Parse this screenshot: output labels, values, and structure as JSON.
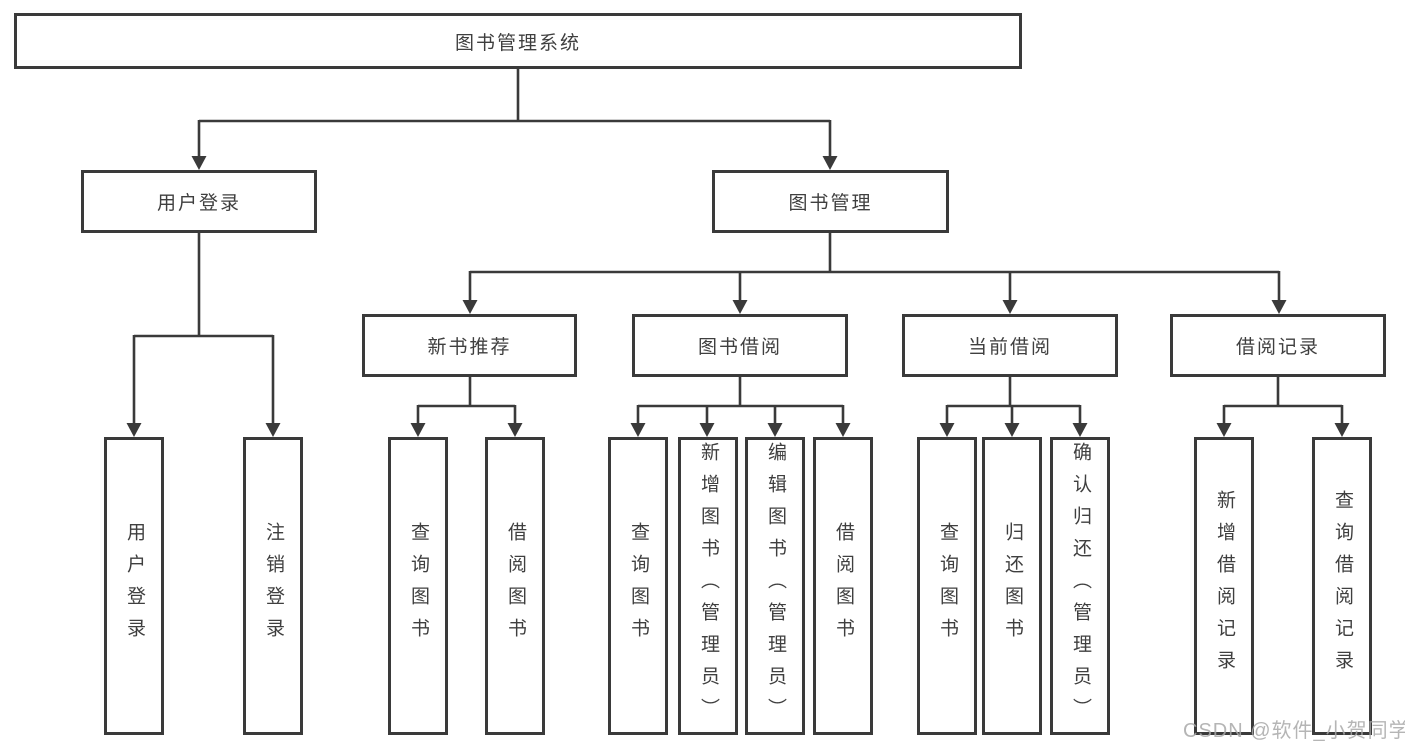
{
  "diagram_type": "hierarchy-tree",
  "nodes": {
    "root": "图书管理系统",
    "user_login": "用户登录",
    "book_mgmt": "图书管理",
    "login_user": "用户登录",
    "login_logout": "注销登录",
    "new_books": "新书推荐",
    "book_borrow": "图书借阅",
    "current_borrow": "当前借阅",
    "borrow_records": "借阅记录",
    "nb_query": "查询图书",
    "nb_borrow": "借阅图书",
    "bb_query": "查询图书",
    "bb_add": "新增图书（管理员）",
    "bb_edit": "编辑图书（管理员）",
    "bb_borrow": "借阅图书",
    "cb_query": "查询图书",
    "cb_return": "归还图书",
    "cb_confirm": "确认归还（管理员）",
    "br_add": "新增借阅记录",
    "br_query": "查询借阅记录"
  },
  "hierarchy": {
    "图书管理系统": [
      "用户登录",
      "图书管理"
    ],
    "用户登录": [
      "用户登录",
      "注销登录"
    ],
    "图书管理": [
      "新书推荐",
      "图书借阅",
      "当前借阅",
      "借阅记录"
    ],
    "新书推荐": [
      "查询图书",
      "借阅图书"
    ],
    "图书借阅": [
      "查询图书",
      "新增图书（管理员）",
      "编辑图书（管理员）",
      "借阅图书"
    ],
    "当前借阅": [
      "查询图书",
      "归还图书",
      "确认归还（管理员）"
    ],
    "借阅记录": [
      "新增借阅记录",
      "查询借阅记录"
    ]
  },
  "watermark": "CSDN @软件_小贺同学",
  "colors": {
    "line": "#3a3a3a",
    "text": "#3f3f3f",
    "watermark": "#a8a8a8",
    "background": "#ffffff"
  }
}
